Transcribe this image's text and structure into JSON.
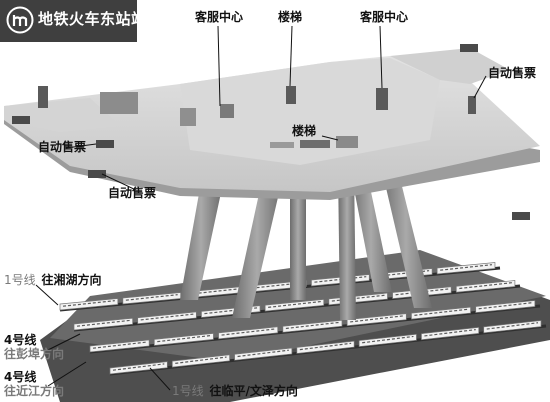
{
  "station_name": "地铁火车东站站",
  "labels": {
    "service_center_left": "客服中心",
    "stairs_top": "楼梯",
    "service_center_right": "客服中心",
    "ticket_right": "自动售票",
    "stairs_mid": "楼梯",
    "ticket_left_upper": "自动售票",
    "ticket_left_lower": "自动售票"
  },
  "lines": {
    "line1_xianghu_name": "1号线",
    "line1_xianghu_dir": "往湘湖方向",
    "line4_pengbu_name": "4号线",
    "line4_pengbu_dir": "往彭埠方向",
    "line4_jinjiang_name": "4号线",
    "line4_jinjiang_dir": "往近江方向",
    "line1_linping_name": "1号线",
    "line1_linping_dir": "往临平/文泽方向"
  },
  "colors": {
    "logo_bg": "#3f3f3f",
    "deck": "#d2d2d2",
    "deck_edge": "#9c9c9c",
    "column": "#8a8a8a",
    "track_bed": "#5a5a5a",
    "train": "#f2f2f2"
  },
  "icons": {
    "logo": "metro-logo-icon"
  }
}
